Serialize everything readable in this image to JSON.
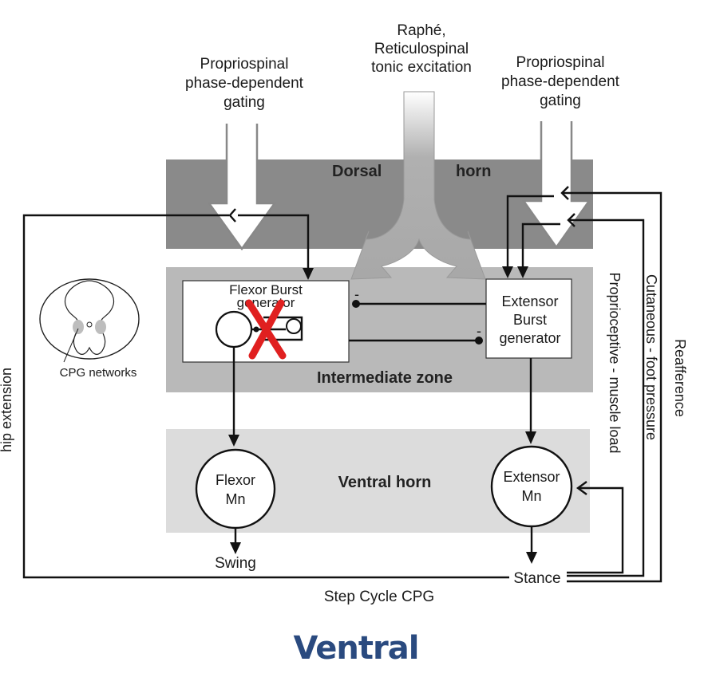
{
  "diagram": {
    "top_labels": {
      "raphe_1": "Raphé,",
      "raphe_2": "Reticulospinal",
      "raphe_3": "tonic excitation",
      "prop_left_1": "Propriospinal",
      "prop_left_2": "phase-dependent",
      "prop_left_3": "gating",
      "prop_right_1": "Propriospinal",
      "prop_right_2": "phase-dependent",
      "prop_right_3": "gating"
    },
    "zones": {
      "dorsal_1": "Dorsal",
      "dorsal_2": "horn",
      "intermediate": "Intermediate zone",
      "ventral": "Ventral horn"
    },
    "boxes": {
      "flexor_burst_1": "Flexor Burst",
      "flexor_burst_2": "generator",
      "extensor_burst_1": "Extensor",
      "extensor_burst_2": "Burst",
      "extensor_burst_3": "generator"
    },
    "neurons": {
      "flexor_mn_1": "Flexor",
      "flexor_mn_2": "Mn",
      "extensor_mn_1": "Extensor",
      "extensor_mn_2": "Mn"
    },
    "inhibition_marks": [
      "-",
      "-"
    ],
    "inset_label": "CPG networks",
    "side_labels": {
      "hip_extension": "hip extension",
      "proprioceptive": "Proprioceptive - muscle load",
      "cutaneous": "Cutaneous - foot pressure",
      "reafference": "Reafference"
    },
    "outputs": {
      "swing": "Swing",
      "stance": "Stance",
      "step_cycle": "Step Cycle CPG"
    },
    "colors": {
      "dorsal": "#8a8a8a",
      "intermediate": "#b8b8b8",
      "ventral": "#dadada",
      "lesion_x": "#e02020",
      "caption": "#2a4a7f"
    }
  },
  "caption": "Ventral"
}
